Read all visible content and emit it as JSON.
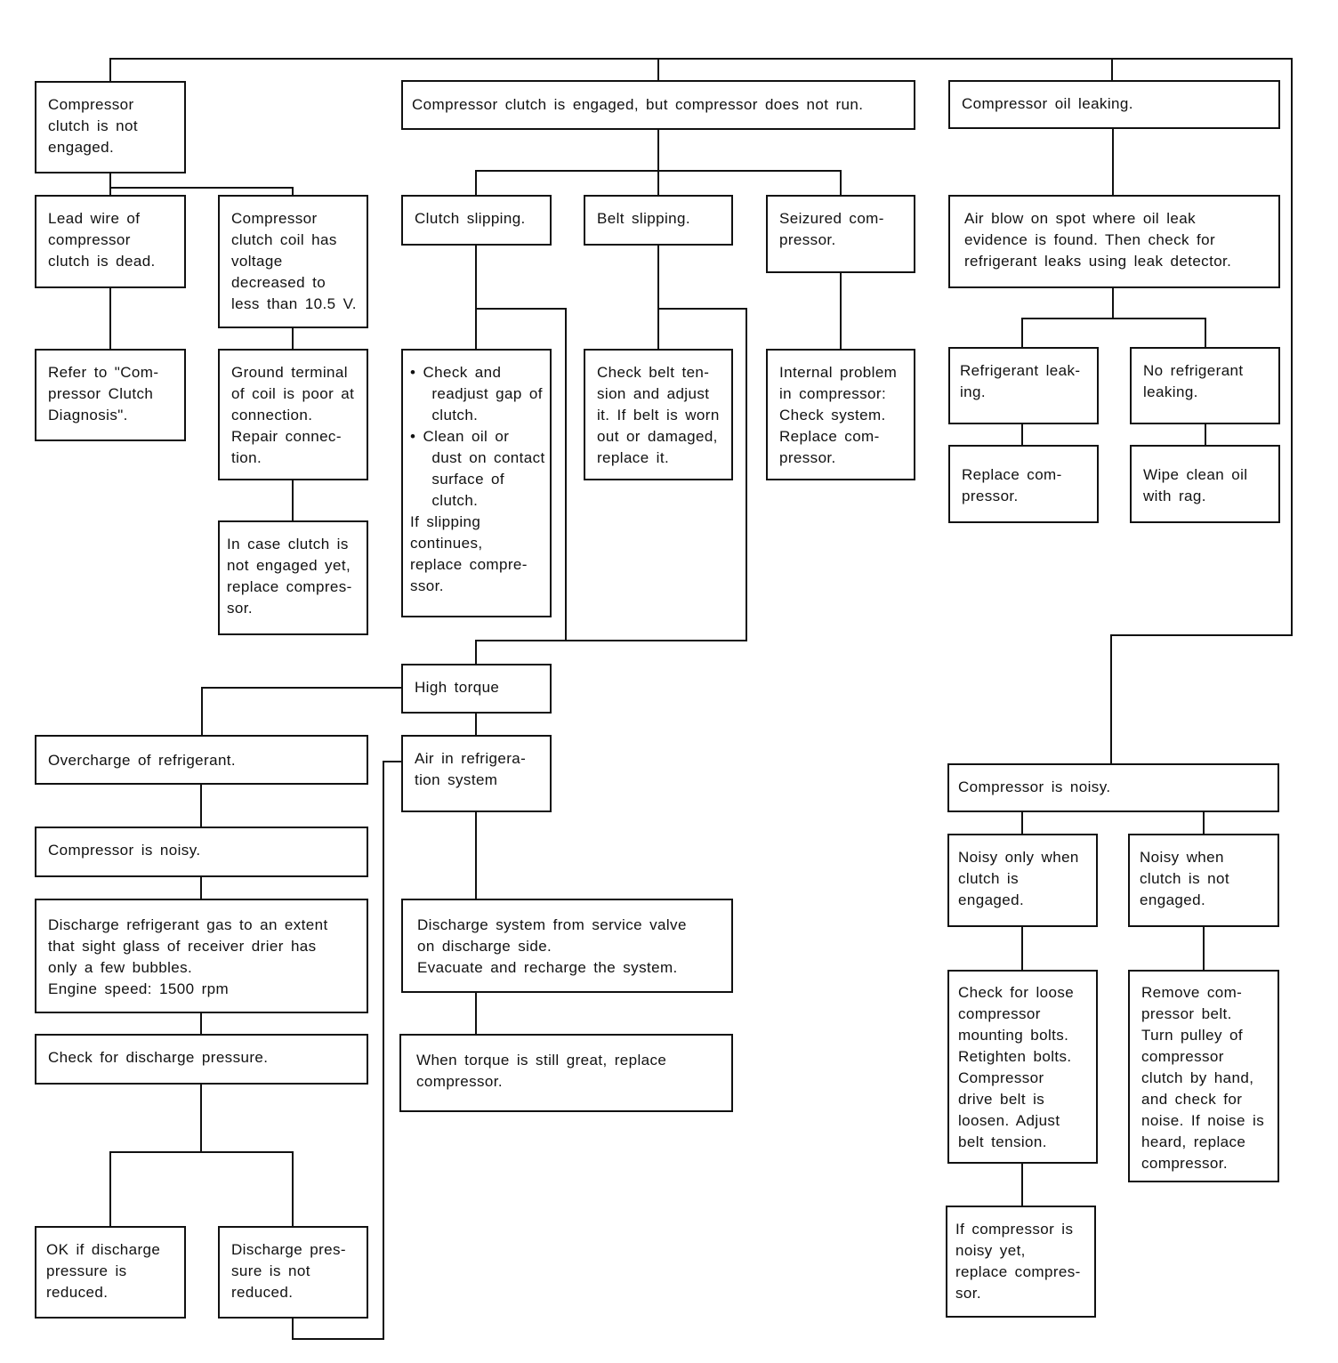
{
  "boxes": {
    "clutch_not_engaged": [
      "Compressor",
      "clutch is not",
      "engaged."
    ],
    "clutch_engaged_no_run": [
      "Compressor clutch is engaged, but compressor does not run."
    ],
    "oil_leaking": [
      "Compressor oil leaking."
    ],
    "lead_wire_dead": [
      "Lead wire of",
      "compressor",
      "clutch is dead."
    ],
    "coil_voltage": [
      "Compressor",
      "clutch coil has",
      "voltage",
      "decreased to",
      "less than 10.5 V."
    ],
    "clutch_slipping": [
      "Clutch slipping."
    ],
    "belt_slipping": [
      "Belt slipping."
    ],
    "seizured": [
      "Seizured com-",
      "pressor."
    ],
    "air_blow": [
      "Air blow on spot where oil leak",
      "evidence is found. Then check for",
      "refrigerant leaks using leak detector."
    ],
    "refer_diagnosis": [
      "Refer to \"Com-",
      "pressor Clutch",
      "Diagnosis\"."
    ],
    "ground_terminal": [
      "Ground terminal",
      "of coil is poor at",
      "connection.",
      "Repair connec-",
      "tion."
    ],
    "check_readjust": [
      "• Check and",
      "   readjust gap of",
      "   clutch.",
      "• Clean oil or",
      "   dust on contact",
      "   surface of",
      "   clutch.",
      "If slipping",
      "continues,",
      "replace compre-",
      "ssor."
    ],
    "check_belt": [
      "Check belt ten-",
      "sion and adjust",
      "it. If belt is worn",
      "out or damaged,",
      "replace it."
    ],
    "internal_problem": [
      "Internal problem",
      "in compressor:",
      "Check system.",
      "Replace com-",
      "pressor."
    ],
    "refrigerant_leaking": [
      "Refrigerant leak-",
      "ing."
    ],
    "no_refrigerant_leaking": [
      "No refrigerant",
      "leaking."
    ],
    "replace_compressor_leak": [
      "Replace com-",
      "pressor."
    ],
    "wipe_clean": [
      "Wipe clean oil",
      "with rag."
    ],
    "in_case_clutch": [
      "In case clutch is",
      "not engaged yet,",
      "replace compres-",
      "sor."
    ],
    "high_torque": [
      "High torque"
    ],
    "overcharge": [
      "Overcharge of refrigerant."
    ],
    "air_in_system": [
      "Air in refrigera-",
      "tion system"
    ],
    "noisy_left": [
      "Compressor is noisy."
    ],
    "discharge_gas": [
      "Discharge refrigerant gas to an extent",
      "that sight glass of receiver drier has",
      "only a few bubbles.",
      "Engine speed: 1500 rpm"
    ],
    "discharge_system": [
      "Discharge system from service valve",
      "on discharge side.",
      "Evacuate and recharge the system."
    ],
    "check_discharge_pressure": [
      "Check for discharge pressure."
    ],
    "torque_still_great": [
      "When torque is still great, replace",
      "compressor."
    ],
    "ok_reduced": [
      "OK if discharge",
      "pressure is",
      "reduced."
    ],
    "not_reduced": [
      "Discharge pres-",
      "sure is not",
      "reduced."
    ],
    "noisy_right": [
      "Compressor is noisy."
    ],
    "noisy_engaged": [
      "Noisy only when",
      "clutch is",
      "engaged."
    ],
    "noisy_not_engaged": [
      "Noisy when",
      "clutch is not",
      "engaged."
    ],
    "check_loose_bolts": [
      "Check for loose",
      "compressor",
      "mounting bolts.",
      "Retighten bolts.",
      "Compressor",
      "drive belt is",
      "loosen. Adjust",
      "belt tension."
    ],
    "remove_belt": [
      "Remove com-",
      "pressor belt.",
      "Turn pulley of",
      "compressor",
      "clutch by hand,",
      "and check for",
      "noise. If noise is",
      "heard, replace",
      "compressor."
    ],
    "if_still_noisy": [
      "If compressor is",
      "noisy yet,",
      "replace compres-",
      "sor."
    ]
  }
}
